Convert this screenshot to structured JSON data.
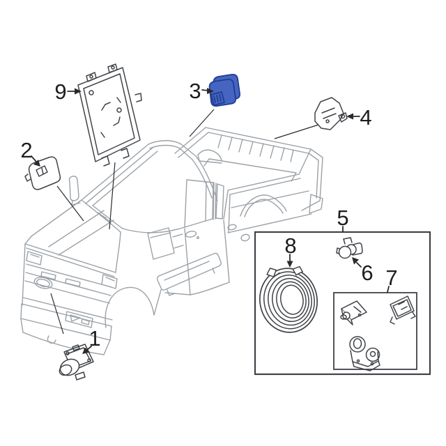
{
  "diagram": {
    "type": "vehicle-parts-diagram",
    "vehicle": "pickup-truck-line-art"
  },
  "colors": {
    "background": "#ffffff",
    "truck_line": "#9ba1a7",
    "part_line": "#3f4247",
    "label_text": "#1d1d1d",
    "arrow": "#2a2a2a",
    "box_border": "#3f4247",
    "highlight_fill": "#4565c1",
    "highlight_stroke": "#1e3e96",
    "white": "#ffffff"
  },
  "parts": [
    {
      "number": "1",
      "kind": "rear-view-camera",
      "highlighted": false
    },
    {
      "number": "2",
      "kind": "small-control-module",
      "highlighted": false
    },
    {
      "number": "3",
      "kind": "control-module",
      "highlighted": true
    },
    {
      "number": "4",
      "kind": "sensor-module",
      "highlighted": false
    },
    {
      "number": "5",
      "kind": "parts-kit-box",
      "highlighted": false
    },
    {
      "number": "6",
      "kind": "parking-aid-sensor",
      "highlighted": false
    },
    {
      "number": "7",
      "kind": "bracket-kit-box",
      "highlighted": false
    },
    {
      "number": "8",
      "kind": "wiring-coil",
      "highlighted": false
    },
    {
      "number": "9",
      "kind": "electronic-control-unit",
      "highlighted": false
    }
  ]
}
